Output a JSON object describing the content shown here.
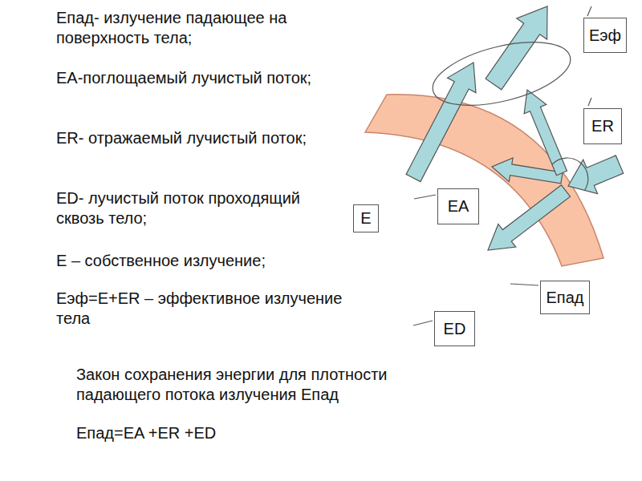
{
  "diagram": {
    "nodes": [
      {
        "text": [
          "Eэф"
        ]
      },
      {
        "text": [
          "ER"
        ]
      },
      {
        "text": [
          "EA"
        ]
      },
      {
        "text": [
          "E"
        ]
      },
      {
        "text": [
          "Eпад"
        ]
      },
      {
        "text": [
          "ED"
        ]
      }
    ],
    "labels": [
      "Епад- излучение падающее на поверхность тела;",
      "EA-поглощаемый лучистый поток;",
      "ER- отражаемый лучистый поток;",
      "ED- лучистый поток проходящий сквозь тело;",
      "E – собственное излучение;",
      "Eэф=E+ER – эффективное излучение тела",
      "Закон сохранения энергии для плотности падающего потока излучения Eпад",
      "Eпад=EA +ER +ED"
    ]
  }
}
